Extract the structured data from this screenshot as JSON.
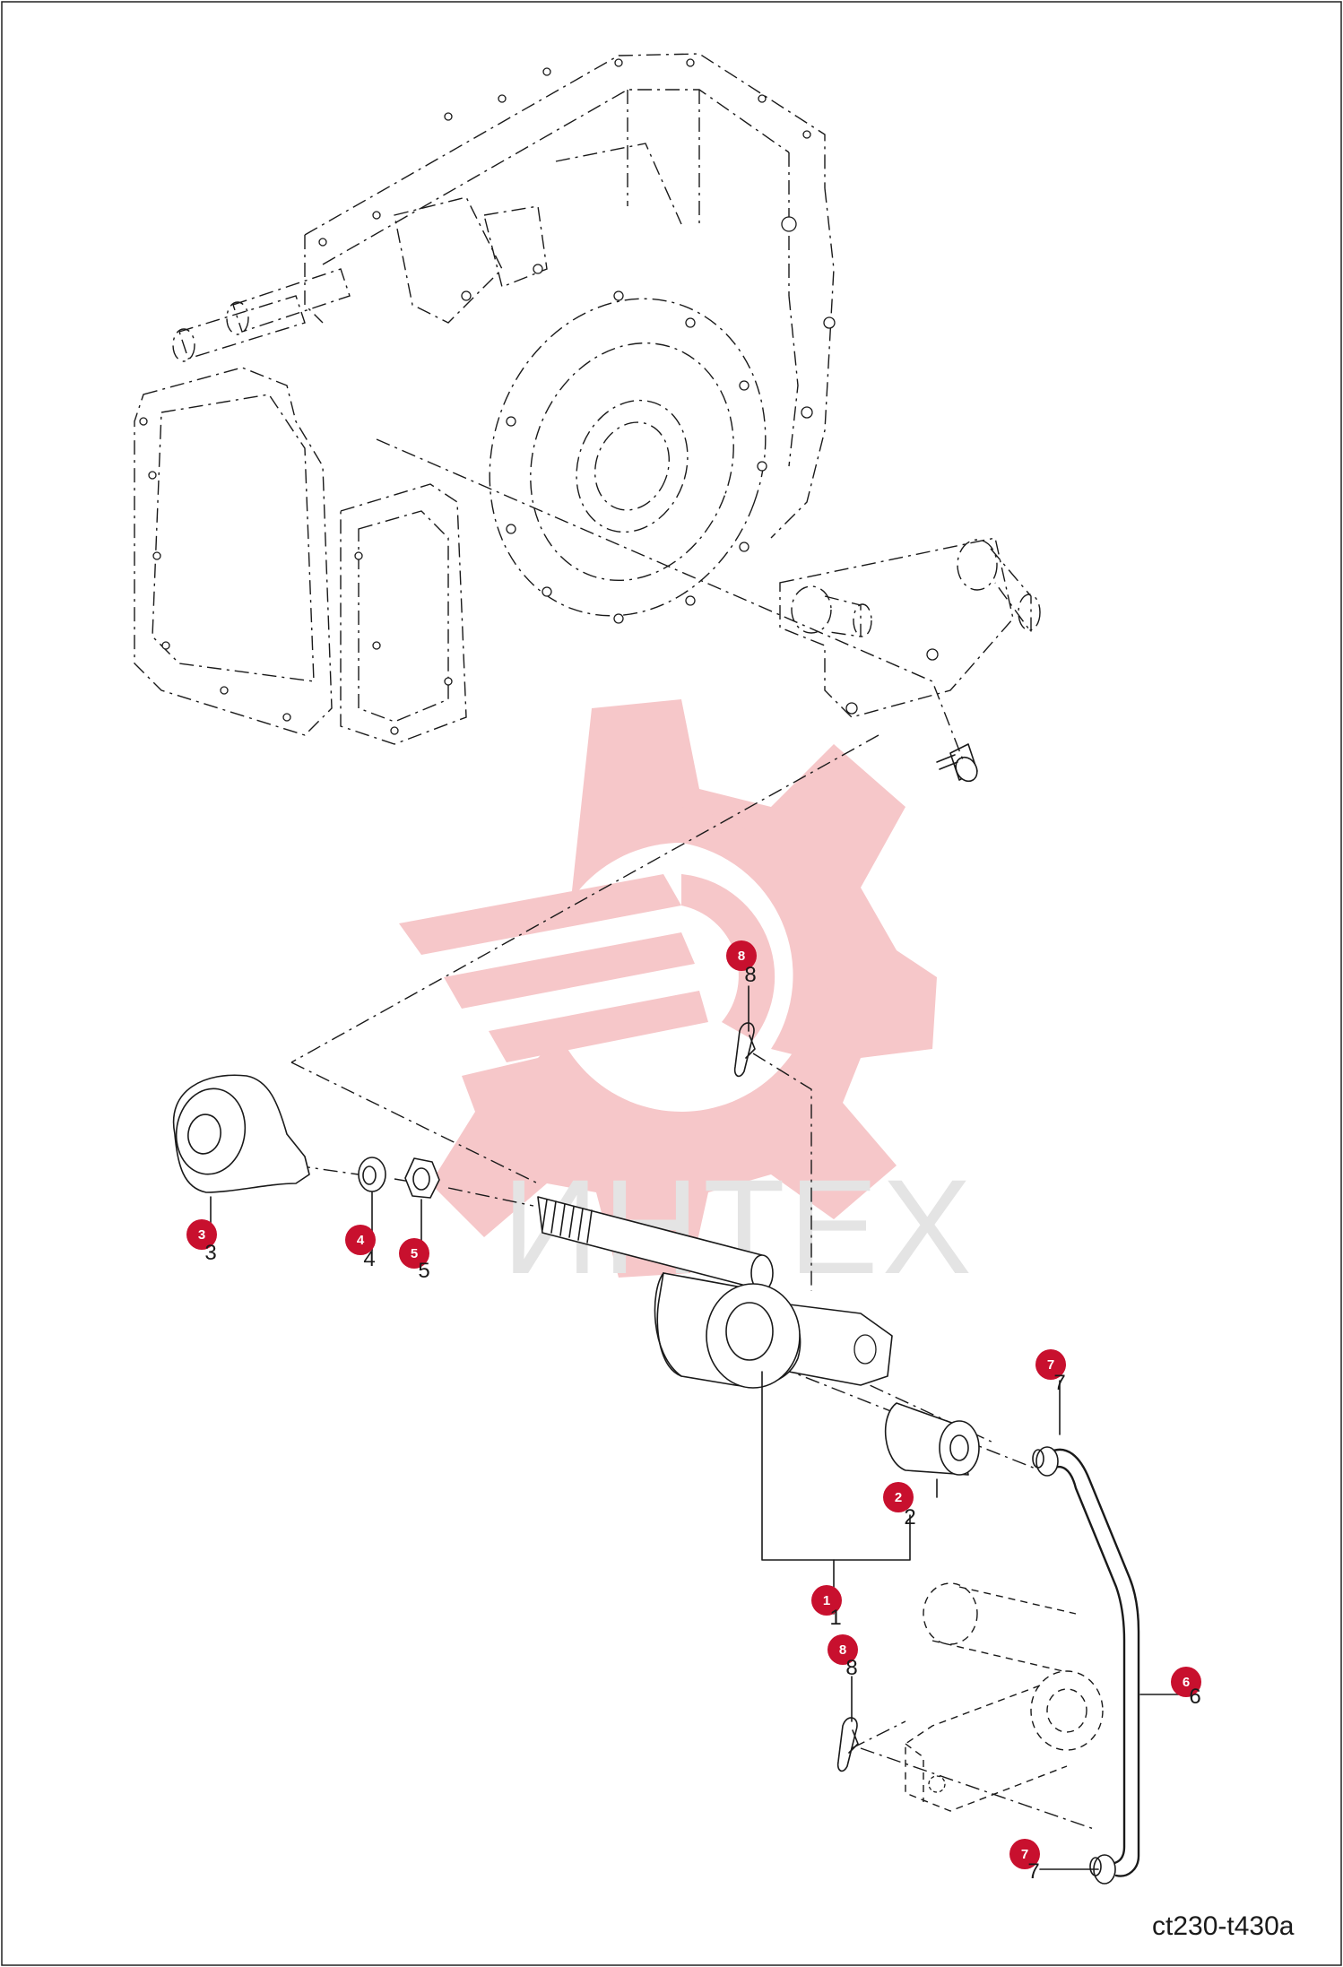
{
  "figure": {
    "reference_code": "ct230-t430a",
    "watermark_text": "ИНТЕХ"
  },
  "callouts": [
    {
      "id": "1",
      "label": "1"
    },
    {
      "id": "2",
      "label": "2"
    },
    {
      "id": "3",
      "label": "3"
    },
    {
      "id": "4",
      "label": "4"
    },
    {
      "id": "5",
      "label": "5"
    },
    {
      "id": "6",
      "label": "6"
    },
    {
      "id": "7a",
      "label": "7"
    },
    {
      "id": "7b",
      "label": "7"
    },
    {
      "id": "8a",
      "label": "8"
    },
    {
      "id": "8b",
      "label": "8"
    }
  ],
  "colors": {
    "badge": "#c8102e",
    "watermark_gear": "#f6c7c9",
    "watermark_text": "#e4e4e4",
    "line": "#1a1a1a"
  }
}
